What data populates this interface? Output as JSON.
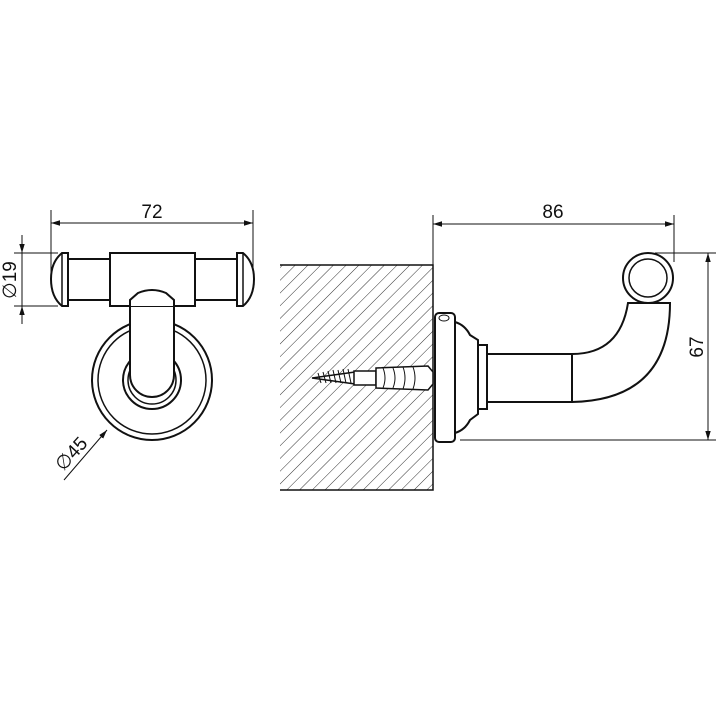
{
  "front_view": {
    "width_dimension": "72",
    "bar_diameter": "∅19",
    "rosette_diameter": "∅45"
  },
  "side_view": {
    "projection_dimension": "86",
    "height_dimension": "67"
  },
  "colors": {
    "line": "#111111",
    "background": "#ffffff"
  }
}
